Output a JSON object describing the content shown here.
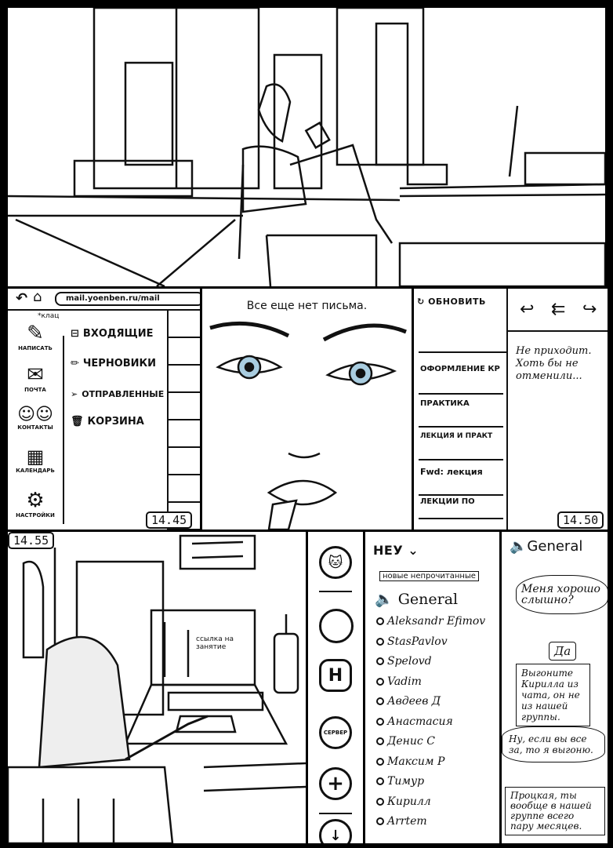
{
  "panel1": {},
  "mail_panel": {
    "url": "mail.yoenben.ru/mail",
    "click_sfx": "*клац",
    "sidebar": [
      {
        "label": "Написать",
        "icon": "compose-icon"
      },
      {
        "label": "Почта",
        "icon": "envelope-icon"
      },
      {
        "label": "Контакты",
        "icon": "contacts-icon"
      },
      {
        "label": "Календарь",
        "icon": "calendar-icon"
      },
      {
        "label": "Настройки",
        "icon": "gear-icon"
      }
    ],
    "folders": [
      {
        "label": "Входящие",
        "icon": "inbox-icon"
      },
      {
        "label": "Черновики",
        "icon": "pencil-icon"
      },
      {
        "label": "Отправленные",
        "icon": "paper-plane-icon"
      },
      {
        "label": "Корзина",
        "icon": "trash-icon"
      }
    ],
    "time": "14.45"
  },
  "face_panel": {
    "caption": "Все еще нет письма."
  },
  "inbox_panel": {
    "refresh_label": "обновить",
    "messages": [
      "оформление КР",
      "практика",
      "лекция и практ",
      "Fwd: лекция",
      "лекции по"
    ],
    "thought": "Не приходит. Хоть бы не отменили...",
    "time": "14.50"
  },
  "laptop_panel": {
    "time": "14.55",
    "screen_text": "ссылка на занятие"
  },
  "discord": {
    "servers": [
      "cat-server",
      "blank-server",
      "H",
      "сервер",
      "add-server",
      "download"
    ],
    "server_name": "НЕУ",
    "tooltip": "новые непрочитанные",
    "channel": "General",
    "members": [
      "Aleksandr Efimov",
      "StasPavlov",
      "Spelovd",
      "Vadim",
      "Авдеев Д",
      "Анастасия",
      "Денис С",
      "Максим Р",
      "Тимур",
      "Кирилл",
      "Arrtem"
    ],
    "chat_header": "General",
    "bubbles": [
      "Меня хорошо слышно?",
      "Да",
      "Выгоните Кирилла из чата, он не из нашей группы.",
      "Ну, если вы все за, то я выгоню.",
      "Процкая, ты вообще в нашей группе всего пару месяцев."
    ]
  }
}
